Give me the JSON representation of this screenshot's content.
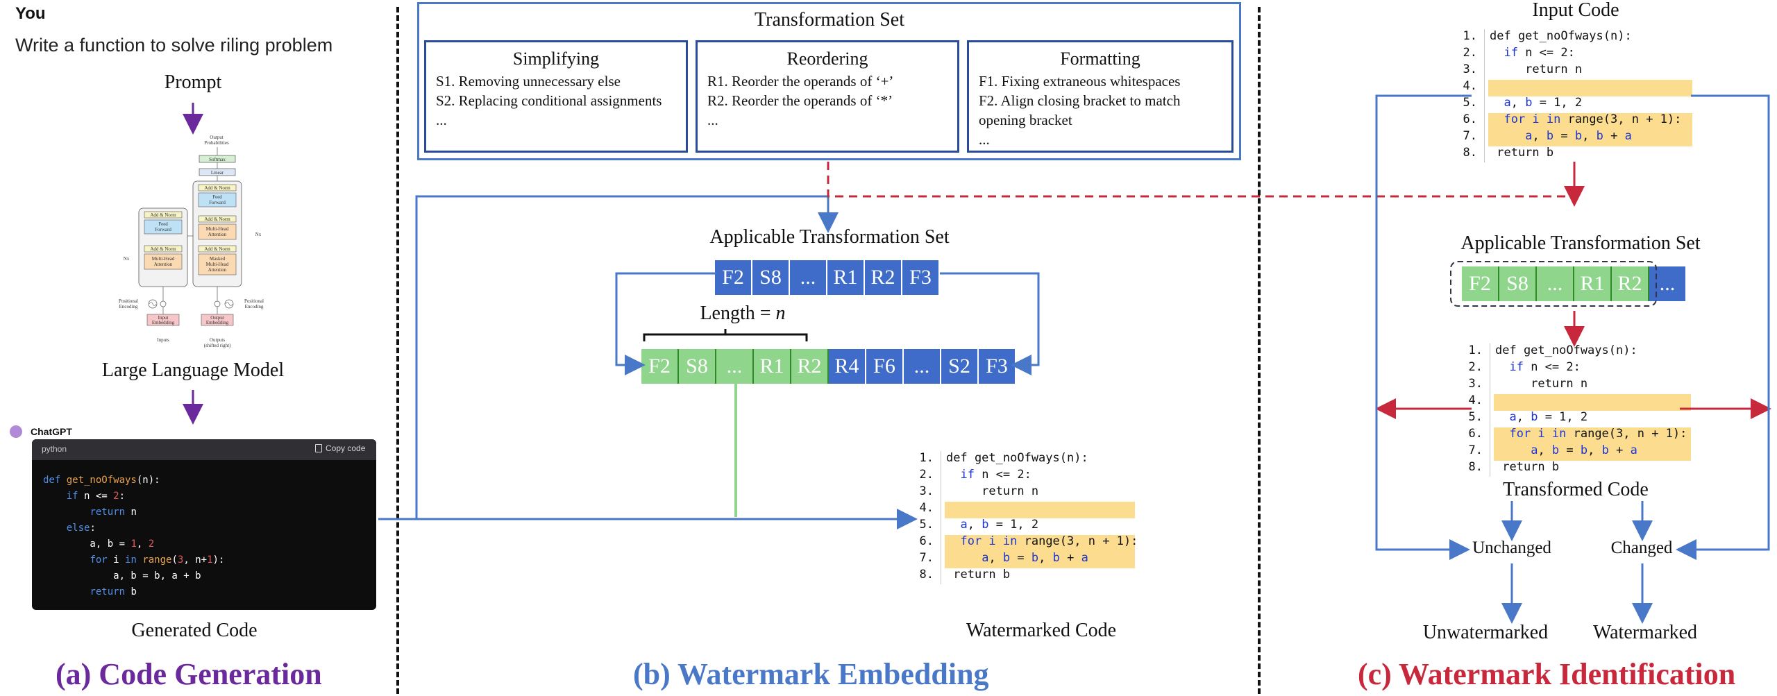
{
  "gen": {
    "you_label": "You",
    "prompt_text": "Write a function to solve riling problem",
    "prompt_caption": "Prompt",
    "llm_caption": "Large Language Model",
    "chatgpt_label": "ChatGPT",
    "lang_label": "python",
    "copy_label": "Copy code",
    "code": [
      {
        "parts": [
          [
            "kw",
            "def "
          ],
          [
            "fn",
            "get_noOfways"
          ],
          [
            "plain",
            "(n):"
          ]
        ]
      },
      {
        "parts": [
          [
            "plain",
            "    "
          ],
          [
            "kw",
            "if"
          ],
          [
            "plain",
            " n <= "
          ],
          [
            "num",
            "2"
          ],
          [
            "plain",
            ":"
          ]
        ]
      },
      {
        "parts": [
          [
            "plain",
            "        "
          ],
          [
            "kw",
            "return"
          ],
          [
            "plain",
            " n"
          ]
        ]
      },
      {
        "parts": [
          [
            "plain",
            "    "
          ],
          [
            "kw",
            "else"
          ],
          [
            "plain",
            ":"
          ]
        ]
      },
      {
        "parts": [
          [
            "plain",
            "        a, b = "
          ],
          [
            "num",
            "1"
          ],
          [
            "plain",
            ", "
          ],
          [
            "num",
            "2"
          ]
        ]
      },
      {
        "parts": [
          [
            "plain",
            "        "
          ],
          [
            "kw",
            "for"
          ],
          [
            "plain",
            " i "
          ],
          [
            "kw",
            "in"
          ],
          [
            "plain",
            " "
          ],
          [
            "fn",
            "range"
          ],
          [
            "plain",
            "("
          ],
          [
            "num",
            "3"
          ],
          [
            "plain",
            ", n+"
          ],
          [
            "num",
            "1"
          ],
          [
            "plain",
            "):"
          ]
        ]
      },
      {
        "parts": [
          [
            "plain",
            "            a, b = b, a + b"
          ]
        ]
      },
      {
        "parts": [
          [
            "plain",
            "        "
          ],
          [
            "kw",
            "return"
          ],
          [
            "plain",
            " b"
          ]
        ]
      }
    ],
    "generated_caption": "Generated Code",
    "section_title": "(a) Code Generation",
    "transformer": {
      "output_probs": "Output\nProbabilities",
      "softmax": "Softmax",
      "linear": "Linear",
      "add_norm": "Add & Norm",
      "feed_forward": "Feed\nForward",
      "mha": "Multi-Head\nAttention",
      "masked_mha": "Masked\nMulti-Head\nAttention",
      "nx": "Nx",
      "pos_enc": "Positional\nEncoding",
      "input_emb": "Input\nEmbedding",
      "output_emb": "Output\nEmbedding",
      "inputs": "Inputs",
      "outputs": "Outputs\n(shifted right)"
    }
  },
  "embed": {
    "transformation_set_title": "Transformation Set",
    "groups": [
      {
        "title": "Simplifying",
        "items": [
          "S1. Removing unnecessary else",
          "S2. Replacing conditional assignments",
          "..."
        ]
      },
      {
        "title": "Reordering",
        "items": [
          "R1. Reorder the operands of ‘+’",
          "R2. Reorder the operands of ‘*’",
          "..."
        ]
      },
      {
        "title": "Formatting",
        "items": [
          "F1. Fixing extraneous whitespaces",
          "F2. Align closing bracket to match opening bracket",
          "..."
        ]
      }
    ],
    "applicable_title": "Applicable Transformation Set",
    "top_row": [
      "F2",
      "S8",
      "...",
      "R1",
      "R2",
      "F3"
    ],
    "length_label": "Length = ",
    "length_var": "n",
    "bottom_row_green": [
      "F2",
      "S8",
      "...",
      "R1",
      "R2"
    ],
    "bottom_row_blue": [
      "R4",
      "F6",
      "...",
      "S2",
      "F3"
    ],
    "watermarked_caption": "Watermarked Code",
    "section_title": "(b) Watermark Embedding"
  },
  "ident": {
    "input_caption": "Input Code",
    "applicable_title": "Applicable Transformation Set",
    "row_green": [
      "F2",
      "S8",
      "...",
      "R1",
      "R2"
    ],
    "row_blue": [
      "..."
    ],
    "transformed_caption": "Transformed Code",
    "unchanged": "Unchanged",
    "changed": "Changed",
    "unwatermarked": "Unwatermarked",
    "watermarked": "Watermarked",
    "section_title": "(c) Watermark Identification"
  },
  "code_block": {
    "line_numbers": [
      "1.",
      "2.",
      "3.",
      "4.",
      "5.",
      "6.",
      "7.",
      "8."
    ],
    "lines": [
      {
        "parts": [
          [
            "blk",
            "def get_noOfways(n):"
          ]
        ]
      },
      {
        "parts": [
          [
            "blk",
            "  "
          ],
          [
            "kw",
            "if"
          ],
          [
            "blk",
            " n <= 2:"
          ]
        ]
      },
      {
        "parts": [
          [
            "blk",
            "     return n"
          ]
        ]
      },
      {
        "parts": [
          [
            "blk",
            ""
          ]
        ]
      },
      {
        "parts": [
          [
            "blk",
            "  "
          ],
          [
            "kw",
            "a"
          ],
          [
            "blk",
            ", "
          ],
          [
            "kw",
            "b"
          ],
          [
            "blk",
            " = 1, 2"
          ]
        ]
      },
      {
        "parts": [
          [
            "blk",
            "  "
          ],
          [
            "kw",
            "for i in"
          ],
          [
            "blk",
            " range(3, n + 1):"
          ]
        ]
      },
      {
        "parts": [
          [
            "blk",
            "     "
          ],
          [
            "kw",
            "a"
          ],
          [
            "blk",
            ", "
          ],
          [
            "kw",
            "b"
          ],
          [
            "blk",
            " = "
          ],
          [
            "kw",
            "b"
          ],
          [
            "blk",
            ", "
          ],
          [
            "kw",
            "b"
          ],
          [
            "blk",
            " + "
          ],
          [
            "kw",
            "a"
          ]
        ]
      },
      {
        "parts": [
          [
            "blk",
            " return b"
          ]
        ]
      }
    ]
  },
  "colors": {
    "purple": "#6a2a9b",
    "blue": "#4a78c8",
    "red": "#c8283c",
    "cell_blue": "#3f6cc9",
    "cell_green": "#8fd68c",
    "highlight": "#fcdc8f",
    "dark_panel": "#0d0d0d"
  }
}
